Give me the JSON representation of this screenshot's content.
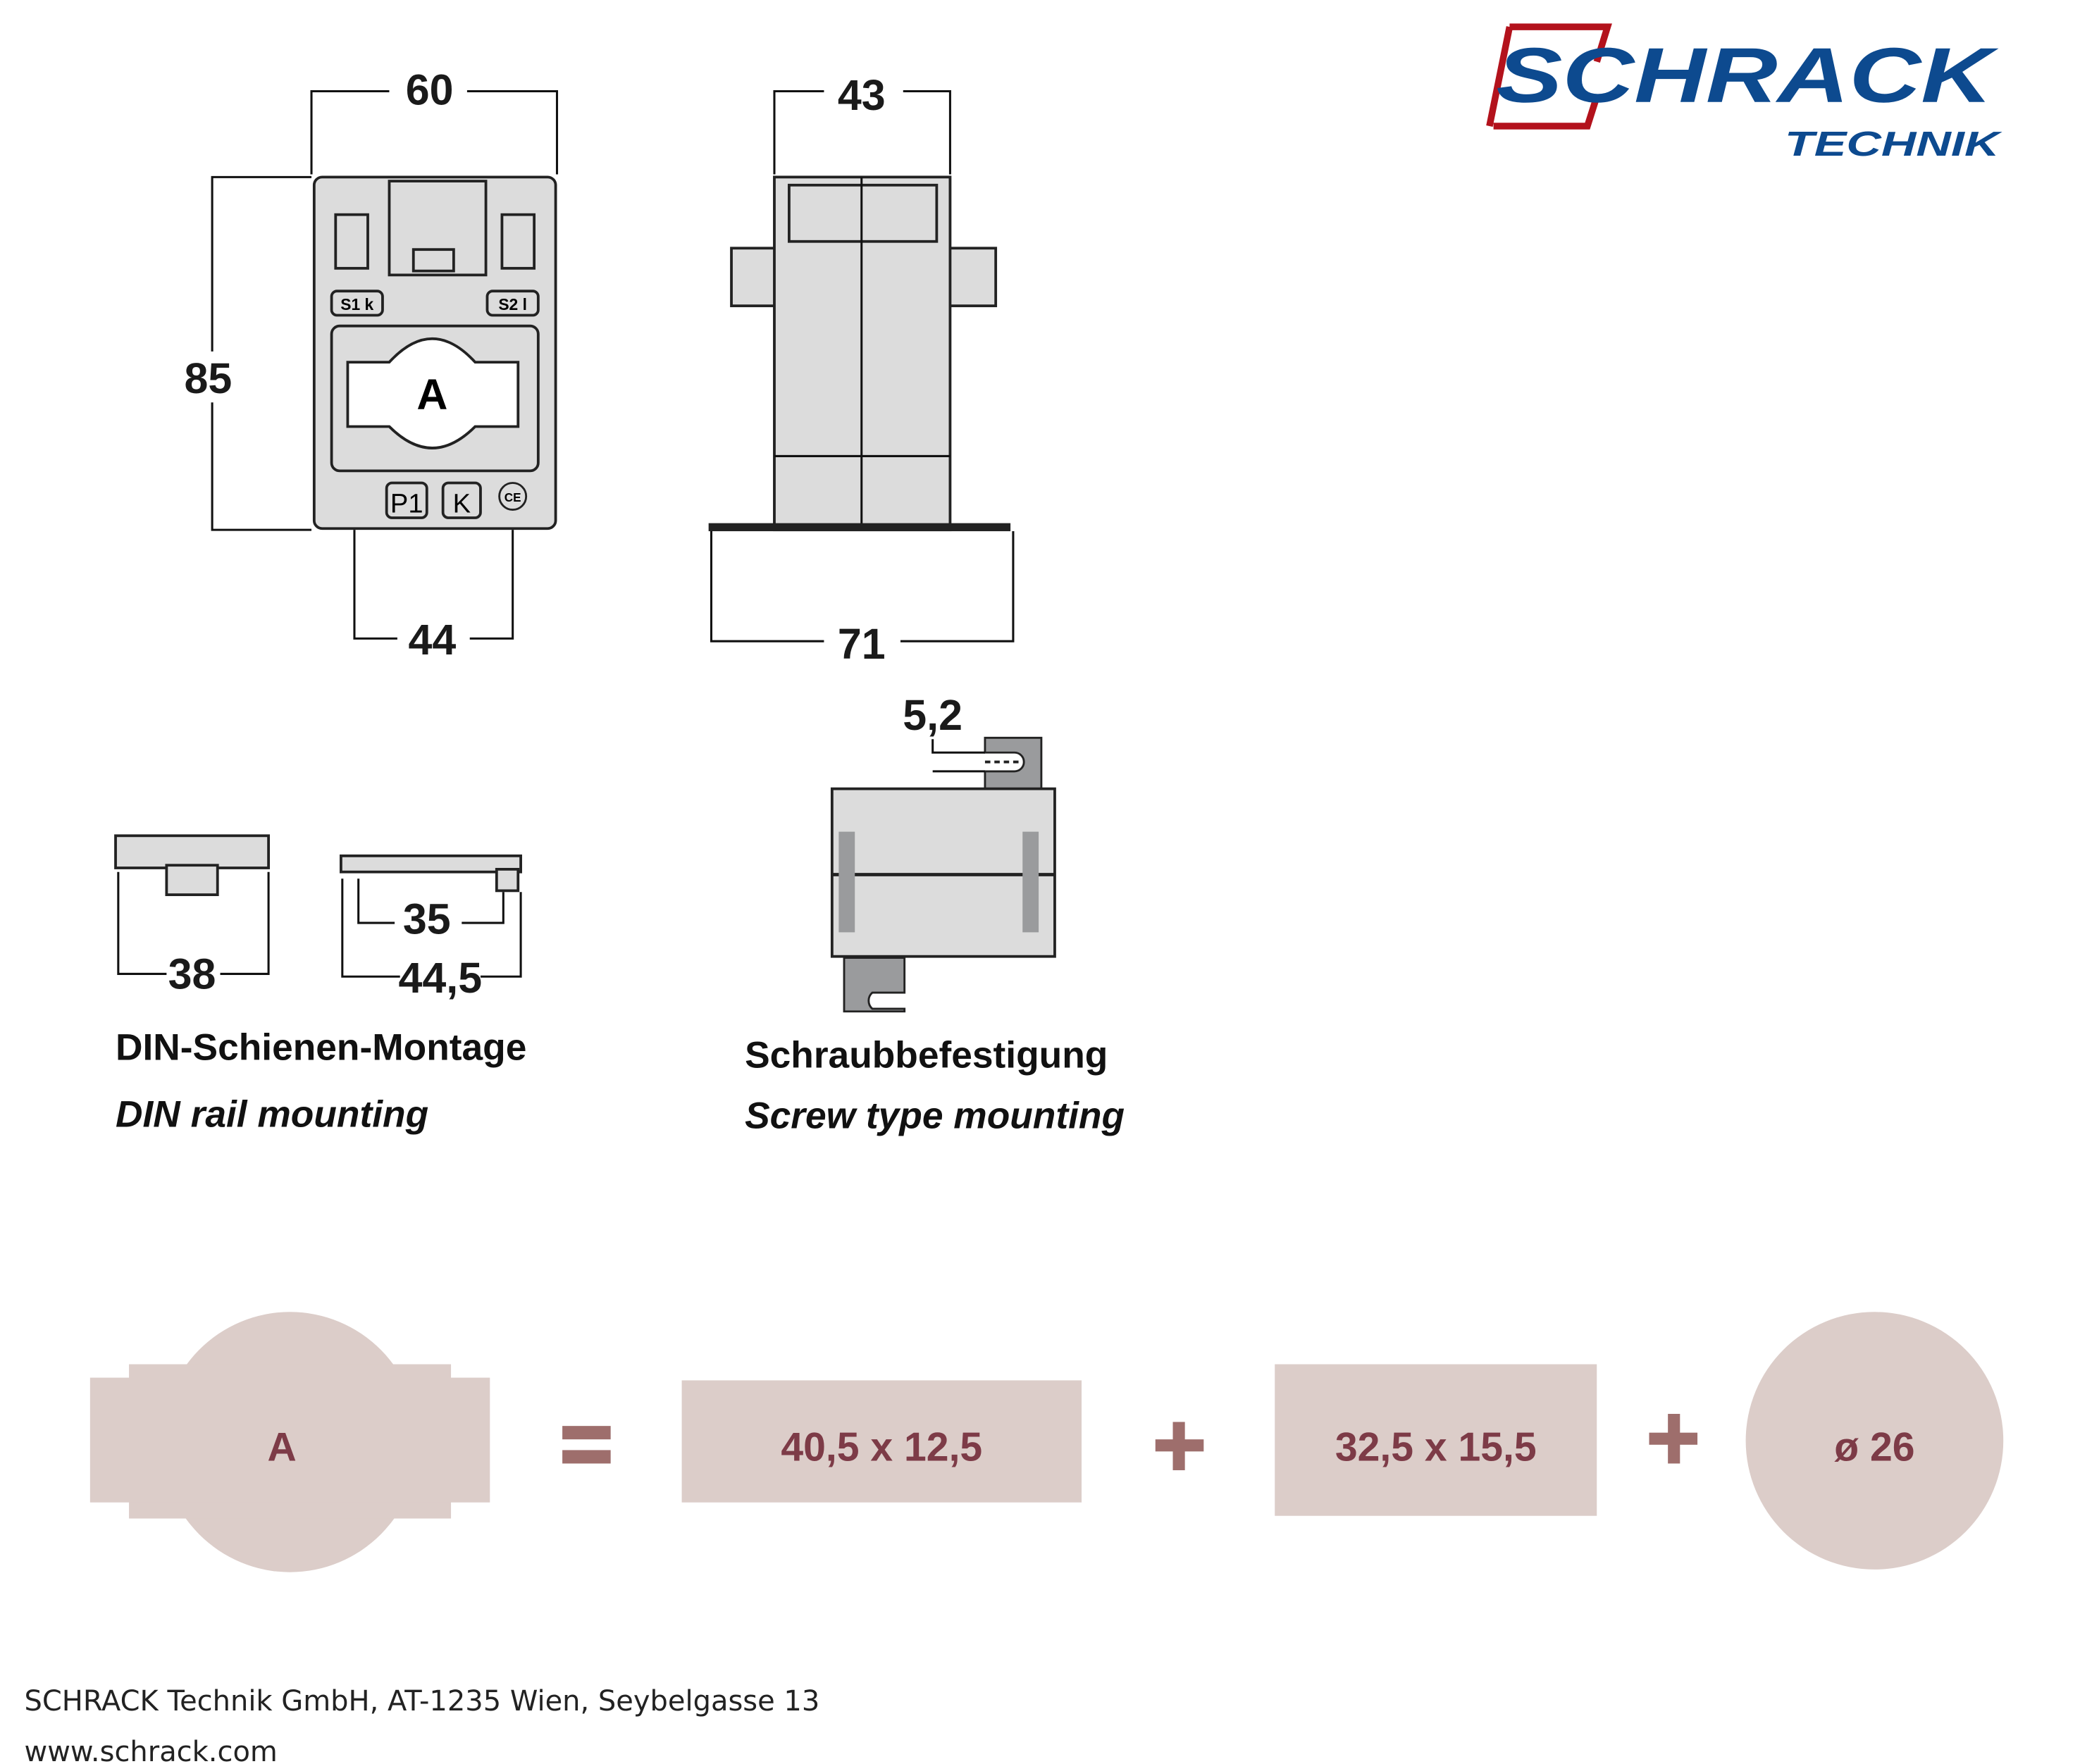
{
  "logo": {
    "brand": "SCHRACK",
    "sub": "TECHNIK",
    "colors": {
      "blue": "#0d4a8f",
      "red": "#b3121c"
    }
  },
  "front_view": {
    "width": "60",
    "height": "85",
    "base": "44",
    "window_label": "A",
    "markings": [
      "S1 k",
      "S2 l",
      "P1",
      "K",
      "CE"
    ]
  },
  "side_view": {
    "width": "43",
    "base": "71"
  },
  "din_mount": {
    "dim_left": "38",
    "dim_inner": "35",
    "dim_outer": "44,5",
    "label_de": "DIN-Schienen-Montage",
    "label_en": "DIN rail mounting"
  },
  "screw_mount": {
    "dim_hole": "5,2",
    "label_de": "Schraubbefestigung",
    "label_en": "Screw type mounting"
  },
  "window_equation": {
    "shape": "A",
    "equals": "=",
    "plus": "+",
    "parts": [
      "40,5 x 12,5",
      "32,5 x 15,5",
      "ø 26"
    ],
    "colors": {
      "fill": "#dccdc9",
      "text": "#7d3b47",
      "operator": "#9e6e6c"
    }
  },
  "footer": {
    "address": "SCHRACK Technik GmbH, AT-1235 Wien, Seybelgasse 13",
    "website": "www.schrack.com"
  }
}
